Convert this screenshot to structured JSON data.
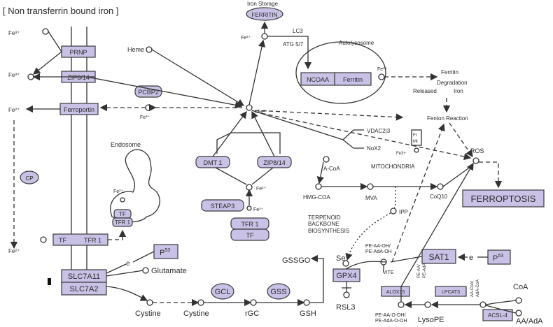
{
  "header": "[ Non transferrin bound iron ]",
  "iron_storage": "Iron Storage",
  "boxes": {
    "prnp": "PRNP",
    "zip814a": "ZIP8/14",
    "ferroportin": "Ferroportin",
    "pcbp2": "PCBP2",
    "ferritin_top": "FERRITIN",
    "ncoaa": "NCOAA",
    "ferritin_auto": "Ferritin",
    "dmt1": "DMT 1",
    "zip814b": "ZIP8/14",
    "steap3": "STEAP3",
    "tfr1_endo": "TFR 1",
    "tf_endo": "TF",
    "tfr1_mem": "TFR 1",
    "tf_mem": "TF",
    "tf_small": "TF",
    "tfr1_small": "TFR 1",
    "tf_label": "TF",
    "tfr1_label": "TFR 1",
    "cp": "CP",
    "p53a": "P",
    "p53a_sup": "53",
    "slc7a11": "SLC7A11",
    "slc7a2": "SLC7A2",
    "gcl": "GCL",
    "gss": "GSS",
    "gpx4": "GPX4",
    "sat1": "SAT1",
    "p53b": "P",
    "p53b_sup": "53",
    "alox15": "ALOX15",
    "lpcat3": "LPCAT3",
    "acsl4": "ACSL-4",
    "ferroptosis": "FERROPTOSIS",
    "fe3_mito": "Fe3+",
    "mt": "Mt",
    "fr": "Fr"
  },
  "labels": {
    "fe3_a": "Fe³⁺",
    "fe3_b": "Fe³⁺",
    "fe2_c": "Fe²⁺",
    "fe2_d": "Fe²⁺",
    "heme": "Heme",
    "fe3_pcbp": "Fe³⁺",
    "fe3_storage": "Fe³⁺",
    "lc3": "LC3",
    "atg": "ATG 5/7",
    "autolysosome": "Autolysosome",
    "fe3_auto": "Fe³⁺",
    "ferritin_deg1": "Ferritin",
    "ferritin_deg2": "Degradation",
    "released": "Released",
    "iron": "Iron",
    "fe2_center": "Fe²⁺",
    "fenton": "Fenton Reaction",
    "vdac": "VDAC2|3",
    "nox2": "NoX2",
    "mitochondria": "MITOCHONDRIA",
    "ros": "ROS",
    "endosome": "Endosome",
    "fe2_endo": "Fe²⁺",
    "fe2_steap": "Fe²⁺",
    "fe3_steap": "Fe³⁺",
    "acoa": "A-CoA",
    "hmgcoa": "HMG-COA",
    "mva": "MVA",
    "coq10": "CoQ10",
    "ipp": "IPP",
    "terpenoid1": "TERPENOID",
    "terpenoid2": "BACKBONE",
    "terpenoid3": "BIOSYNTHESIS",
    "e1": "e",
    "glutamate": "Glutamate",
    "gssgo": "GSSGO",
    "se": "Se",
    "rsl3": "RSL3",
    "cystine1": "Cystine",
    "cystine2": "Cystine",
    "rgc": "rGC",
    "gsh": "GSH",
    "pe_oh1": "PE-AA-OH/",
    "pe_oh2": "PE-AdA-OH",
    "vite": "VITE",
    "pe_aa1": "PE-AA/",
    "pe_aa2": "PE-AdA",
    "aacoa1": "AA-CoA/",
    "aacoa2": "AdA-CoA",
    "e2": "e",
    "coa": "CoA",
    "aaada": "AA/AdA",
    "pe_ooh1": "PE-AA-O-OH/",
    "pe_ooh2": "PE-AdA-O-OH",
    "lysope": "LysoPE",
    "fe2_bottom": "Fe²⁺"
  },
  "colors": {
    "box_fill": "#c9c2e6",
    "stroke": "#333333"
  }
}
